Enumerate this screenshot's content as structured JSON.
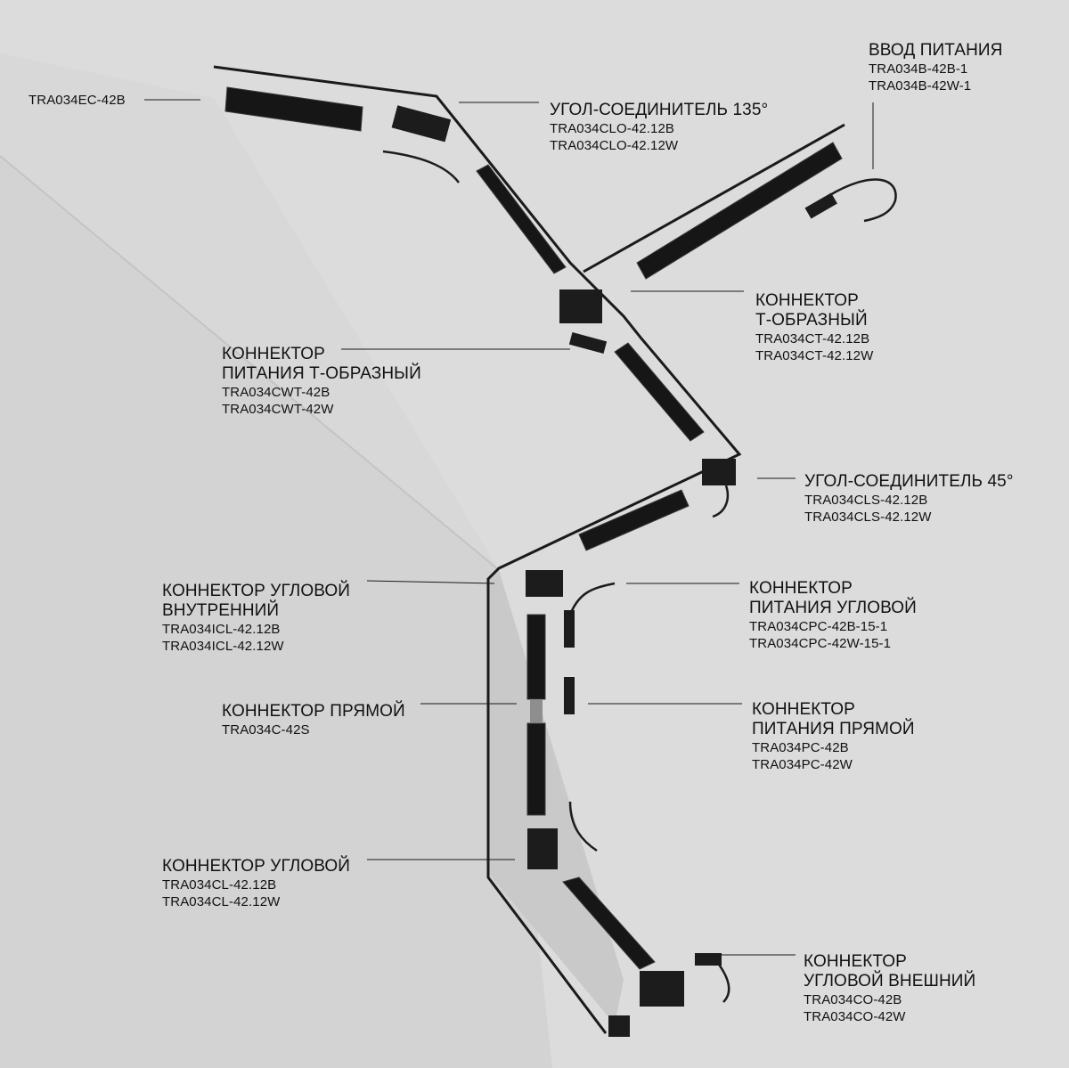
{
  "labels": {
    "end_cap": {
      "code": "TRA034EC-42B"
    },
    "angle_135": {
      "title": "УГОЛ-СОЕДИНИТЕЛЬ 135°",
      "codes": [
        "TRA034CLO-42.12B",
        "TRA034CLO-42.12W"
      ]
    },
    "power_input": {
      "title": "ВВОД ПИТАНИЯ",
      "codes": [
        "TRA034B-42B-1",
        "TRA034B-42W-1"
      ]
    },
    "t_connector": {
      "title_lines": [
        "КОННЕКТОР",
        "Т-ОБРАЗНЫЙ"
      ],
      "codes": [
        "TRA034CT-42.12B",
        "TRA034CT-42.12W"
      ]
    },
    "t_power": {
      "title_lines": [
        "КОННЕКТОР",
        "ПИТАНИЯ Т-ОБРАЗНЫЙ"
      ],
      "codes": [
        "TRA034CWT-42B",
        "TRA034CWT-42W"
      ]
    },
    "angle_45": {
      "title": "УГОЛ-СОЕДИНИТЕЛЬ 45°",
      "codes": [
        "TRA034CLS-42.12B",
        "TRA034CLS-42.12W"
      ]
    },
    "inner_corner": {
      "title_lines": [
        "КОННЕКТОР УГЛОВОЙ",
        "ВНУТРЕННИЙ"
      ],
      "codes": [
        "TRA034ICL-42.12B",
        "TRA034ICL-42.12W"
      ]
    },
    "corner_power": {
      "title_lines": [
        "КОННЕКТОР",
        "ПИТАНИЯ УГЛОВОЙ"
      ],
      "codes": [
        "TRA034CPC-42B-15-1",
        "TRA034CPC-42W-15-1"
      ]
    },
    "straight": {
      "title": "КОННЕКТОР ПРЯМОЙ",
      "code": "TRA034C-42S"
    },
    "straight_power": {
      "title_lines": [
        "КОННЕКТОР",
        "ПИТАНИЯ ПРЯМОЙ"
      ],
      "codes": [
        "TRA034PC-42B",
        "TRA034PC-42W"
      ]
    },
    "corner": {
      "title": "КОННЕКТОР УГЛОВОЙ",
      "codes": [
        "TRA034CL-42.12B",
        "TRA034CL-42.12W"
      ]
    },
    "outer_corner": {
      "title_lines": [
        "КОННЕКТОР",
        "УГЛОВОЙ ВНЕШНИЙ"
      ],
      "codes": [
        "TRA034CO-42B",
        "TRA034CO-42W"
      ]
    }
  },
  "colors": {
    "background": "#dcdcdc",
    "wall_shade": "#cfcfcf",
    "track": "#161616",
    "accent_wire": "#8a5a2a"
  }
}
